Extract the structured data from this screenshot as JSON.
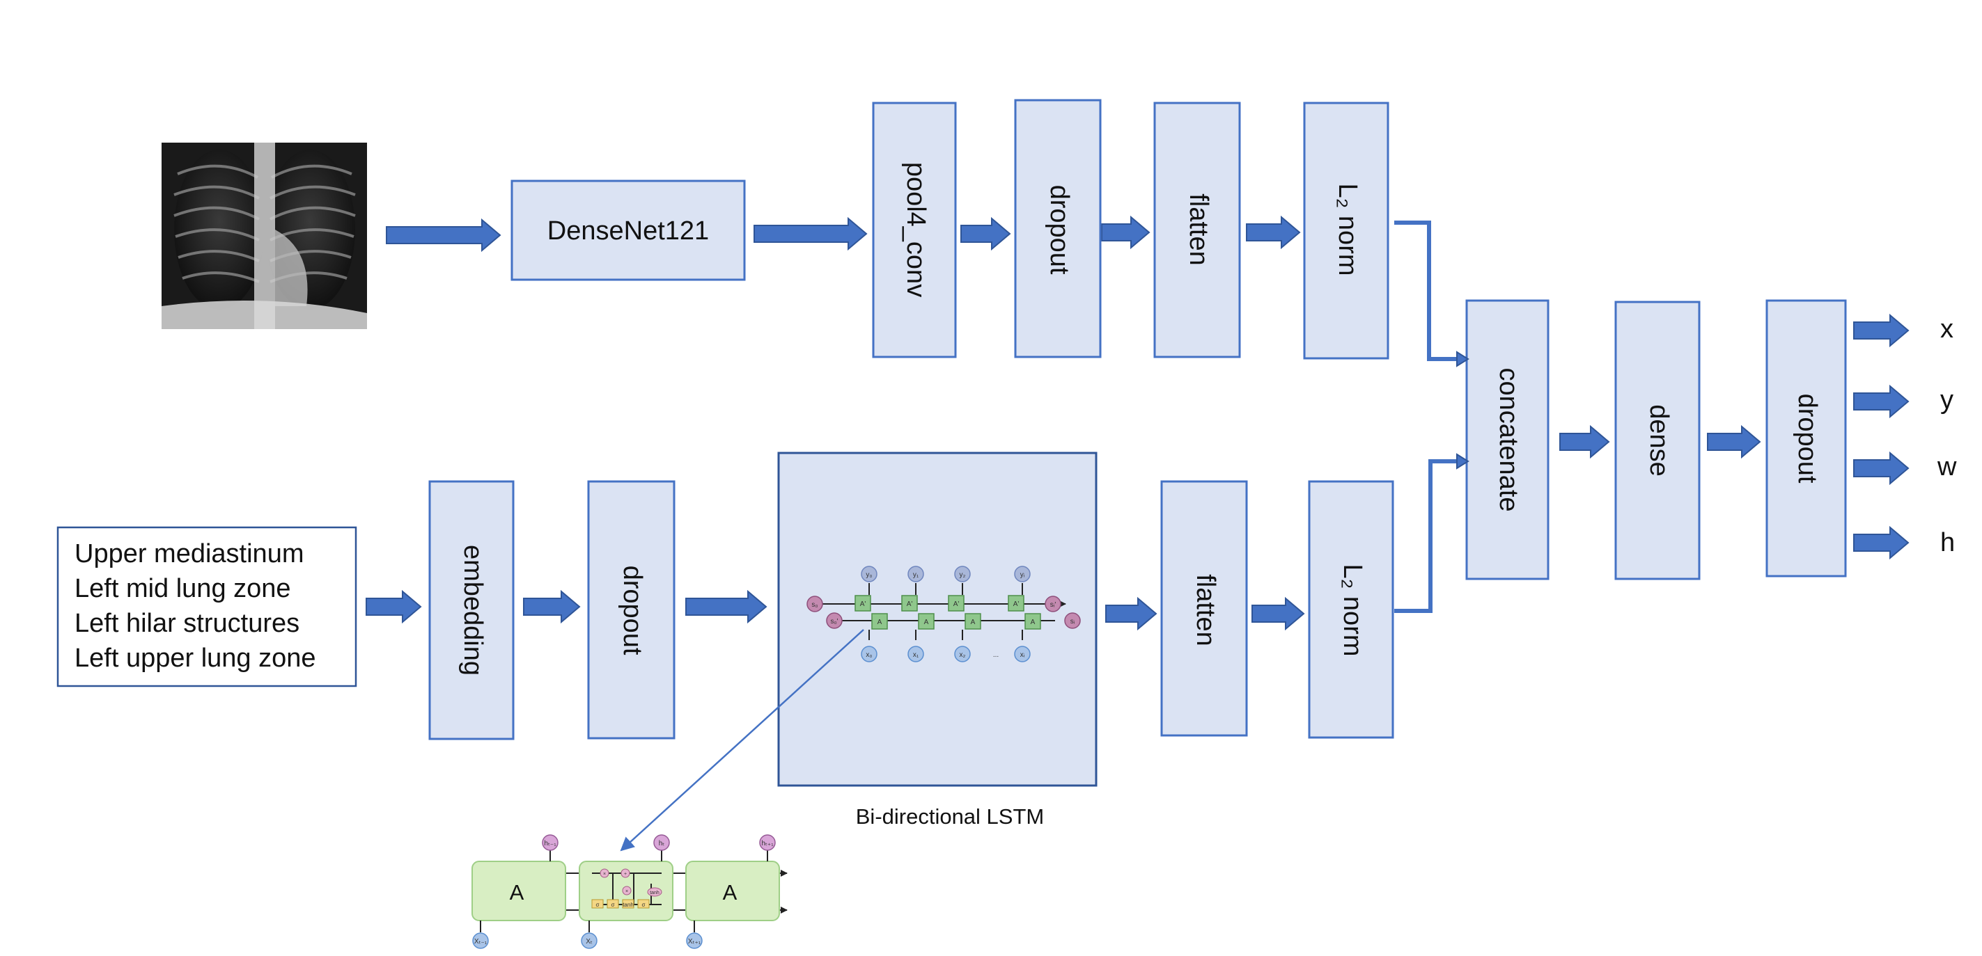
{
  "image_branch": {
    "densenet_label": "DenseNet121",
    "pool_label": "pool4_conv",
    "dropout_label": "dropout",
    "flatten_label": "flatten",
    "norm_label": "L₂ norm"
  },
  "text_branch": {
    "report_lines": [
      "Upper mediastinum",
      "Left mid lung zone",
      "Left hilar structures",
      "Left upper lung zone"
    ],
    "embedding_label": "embedding",
    "dropout_label": "dropout",
    "lstm_caption": "Bi-directional LSTM",
    "flatten_label": "flatten",
    "norm_label": "L₂ norm"
  },
  "head": {
    "concatenate_label": "concatenate",
    "dense_label": "dense",
    "dropout_label": "dropout",
    "outputs": [
      "x",
      "y",
      "w",
      "h"
    ]
  },
  "lstm_detail": {
    "cell_label": "A",
    "cell_label_b": "A'",
    "y_labels": [
      "y₀",
      "y₁",
      "y₂",
      "yᵢ"
    ],
    "x_labels": [
      "x₀",
      "x₁",
      "x₂",
      "xᵢ"
    ],
    "h_labels": [
      "hₜ₋₁",
      "hₜ",
      "hₜ₊₁"
    ],
    "xt_labels": [
      "Xₜ₋₁",
      "Xₜ",
      "Xₜ₊₁"
    ],
    "s_labels": [
      "s₀",
      "s₀'",
      "sᵢ",
      "sᵢ'"
    ],
    "ellipsis": "...",
    "gate_labels": [
      "σ",
      "σ",
      "tanh",
      "σ"
    ],
    "op_labels": [
      "×",
      "+",
      "×",
      "tanh"
    ]
  },
  "colors": {
    "box_fill": "#dbe3f3",
    "box_stroke": "#4472c4",
    "arrow": "#4472c4",
    "lstm_green": "#d8eec3"
  }
}
